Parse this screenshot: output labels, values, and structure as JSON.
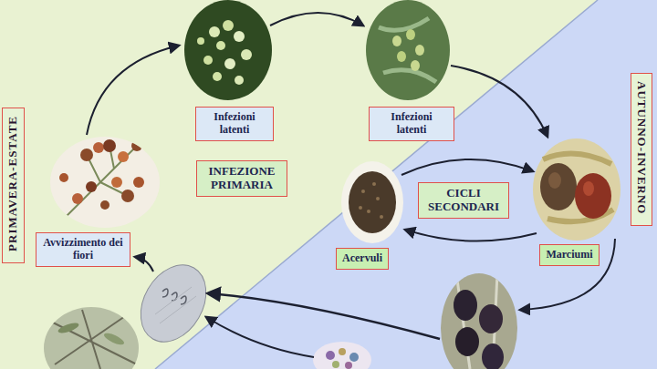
{
  "diagram": {
    "nodes": [
      {
        "text": [
          "Infezioni latenti"
        ]
      },
      {
        "text": [
          "Infezioni latenti"
        ]
      },
      {
        "text": [
          "AUTUNNO-INVERNO"
        ]
      },
      {
        "text": [
          "PRIMAVERA-ESTATE"
        ]
      },
      {
        "text": [
          "INFEZIONE PRIMARIA"
        ]
      },
      {
        "text": [
          "CICLI SECONDARI"
        ]
      },
      {
        "text": [
          "Avvizzimento dei fiori"
        ]
      },
      {
        "text": [
          "Acervuli"
        ]
      },
      {
        "text": [
          "Marciumi"
        ]
      }
    ]
  }
}
